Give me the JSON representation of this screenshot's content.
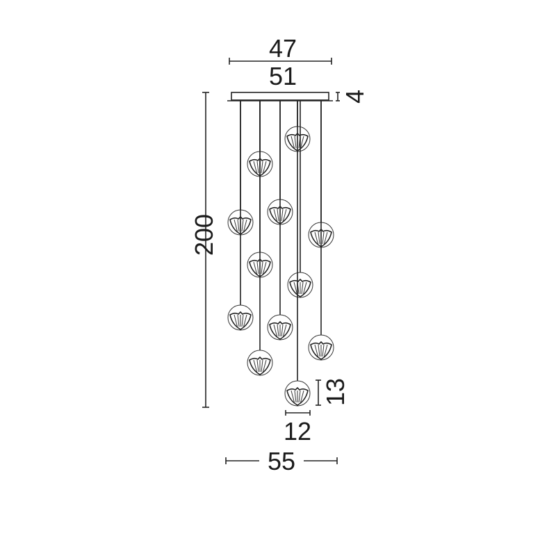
{
  "dimensions": {
    "canopy_inner_width": "47",
    "canopy_width": "51",
    "canopy_height": "4",
    "total_height": "200",
    "globe_height": "13",
    "globe_width": "12",
    "overall_width": "55"
  },
  "globe_count": 12,
  "colors": {
    "line": "#222222",
    "background": "#ffffff"
  }
}
